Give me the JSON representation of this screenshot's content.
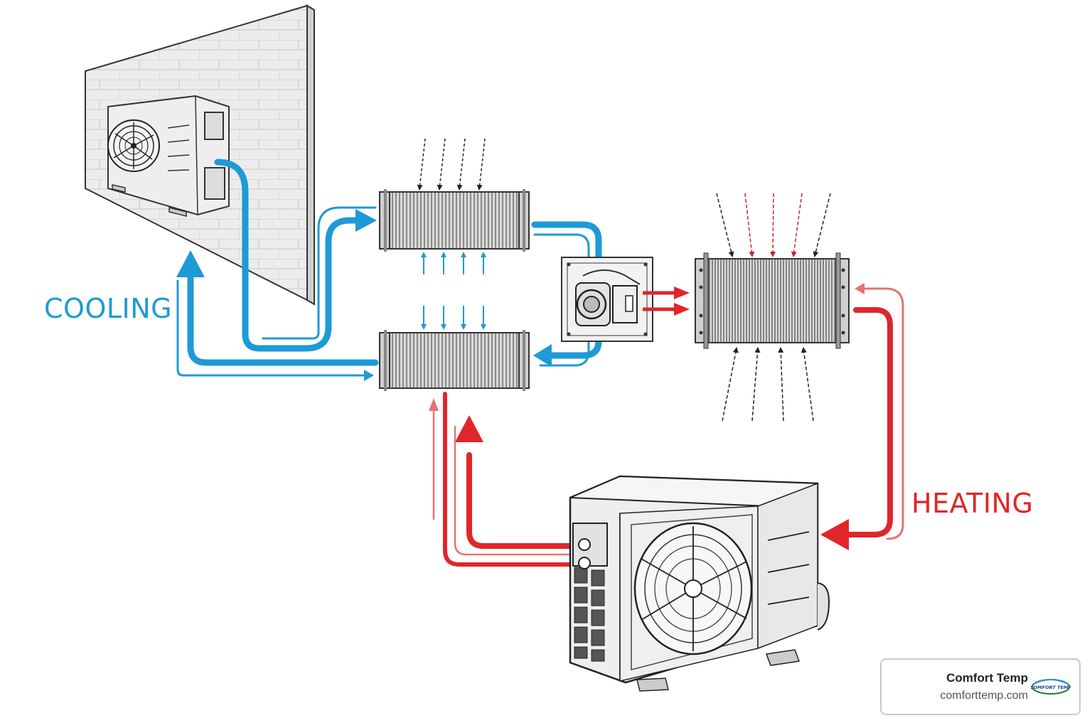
{
  "labels": {
    "cooling": "COOLING",
    "heating": "HEATING"
  },
  "badge": {
    "name": "Comfort Temp",
    "url": "comforttemp.com",
    "logo_text": "COMFORT TEMP"
  },
  "colors": {
    "cooling": "#1e9ad6",
    "heating": "#e0262a",
    "line": "#333333",
    "unit_fill": "#eeeeee",
    "wall": "#e6e6e6"
  },
  "icons": {
    "fan": "fan-icon",
    "compressor": "compressor-icon",
    "coil": "coil-icon",
    "logo": "comfort-temp-logo-icon"
  }
}
